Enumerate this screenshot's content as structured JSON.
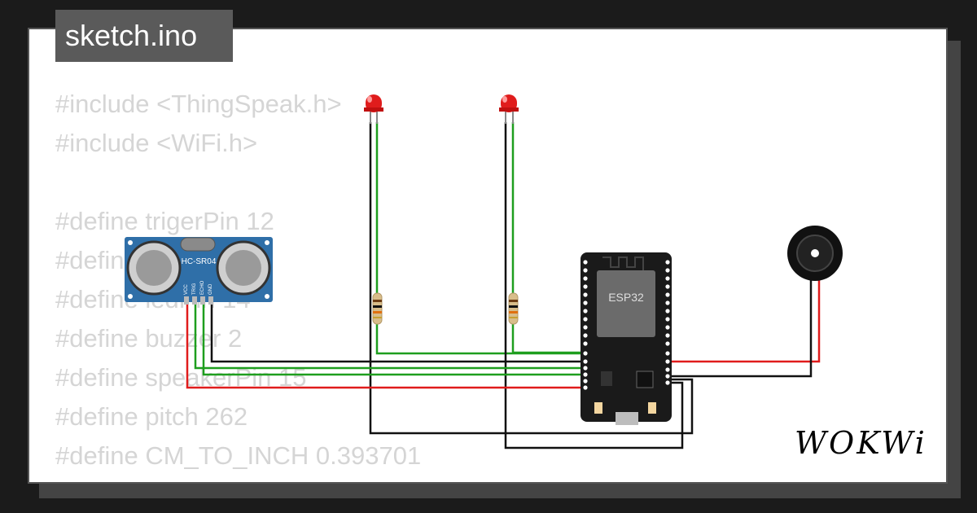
{
  "tab": {
    "filename": "sketch.ino"
  },
  "code_lines": [
    "#include <ThingSpeak.h>",
    "#include <WiFi.h>",
    "",
    "#define trigerPin 12",
    "#define echoPin 13",
    "#define ledPin 14",
    "#define buzzer 2",
    "#define speakerPin 15",
    "#define pitch 262",
    "#define CM_TO_INCH 0.393701"
  ],
  "components": {
    "ultrasonic": {
      "label": "HC-SR04",
      "pins": [
        "VCC",
        "TRIG",
        "ECHO",
        "GND"
      ]
    },
    "esp32": {
      "label": "ESP32"
    }
  },
  "brand": {
    "logo": "WOKWi"
  },
  "colors": {
    "wire_green": "#1e9e1e",
    "wire_red": "#e01c1c",
    "wire_black": "#111111",
    "led_red": "#e01c1c",
    "sensor_blue": "#2f6fa8",
    "board_black": "#1a1a1a"
  }
}
